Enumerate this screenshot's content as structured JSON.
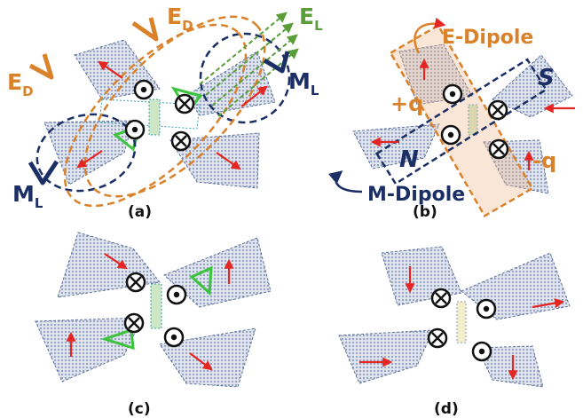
{
  "captions": {
    "a": "(a)",
    "b": "(b)",
    "c": "(c)",
    "d": "(d)"
  },
  "panel_a": {
    "ed_top": "E",
    "ed_top_sub": "D",
    "ed_left": "E",
    "ed_left_sub": "D",
    "el": "E",
    "el_sub": "L",
    "ml_right": "M",
    "ml_right_sub": "L",
    "ml_left": "M",
    "ml_left_sub": "L"
  },
  "panel_b": {
    "e_dipole": "E-Dipole",
    "m_dipole": "M-Dipole",
    "plus_q": "+q",
    "minus_q": "-q",
    "north": "N",
    "south": "S"
  },
  "colors": {
    "electric": "#d9822b",
    "magnetic": "#1b2f66",
    "el_green": "#5a9e3a",
    "arrow_red": "#e52521",
    "current_green": "#3cc33c"
  }
}
